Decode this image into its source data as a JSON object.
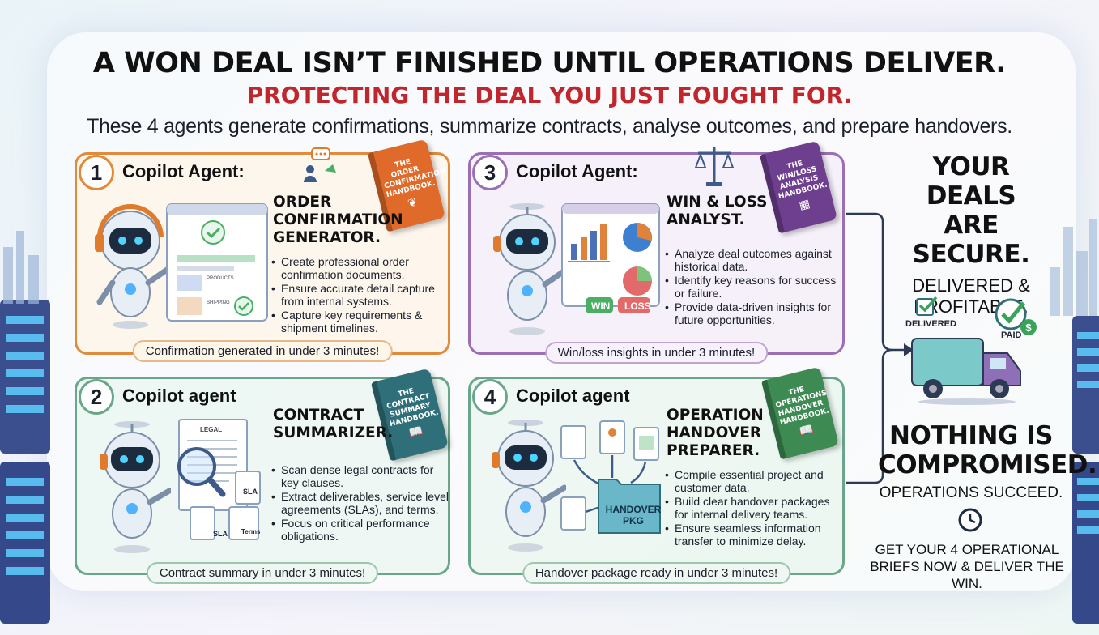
{
  "header": {
    "title": "A WON DEAL ISN’T FINISHED UNTIL OPERATIONS DELIVER.",
    "subtitle": "PROTECTING THE DEAL YOU JUST FOUGHT FOR.",
    "tagline": "These 4 agents generate confirmations, summarize contracts, analyse outcomes, and prepare handovers."
  },
  "cards": [
    {
      "number": "1",
      "agent_label": "Copilot Agent:",
      "role": "ORDER CONFIRMATION GENERATOR.",
      "book_title": "THE ORDER CONFIRMATION HANDBOOK.",
      "bullets": [
        "Create professional order confirmation documents.",
        "Ensure accurate detail capture from internal systems.",
        "Capture key requirements & shipment timelines."
      ],
      "screen_labels": [
        "PRODUCTS",
        "SHIPPING"
      ],
      "footer": "Confirmation generated in under 3 minutes!"
    },
    {
      "number": "2",
      "agent_label": "Copilot agent",
      "role": "CONTRACT SUMMARIZER.",
      "book_title": "THE CONTRACT SUMMARY HANDBOOK.",
      "bullets": [
        "Scan dense legal contracts for key clauses.",
        "Extract deliverables, service level agreements (SLAs), and terms.",
        "Focus on critical performance obligations."
      ],
      "doc_labels": [
        "LEGAL",
        "SLA",
        "SLA",
        "Terms"
      ],
      "footer": "Contract summary in under 3 minutes!"
    },
    {
      "number": "3",
      "agent_label": "Copilot Agent:",
      "role": "WIN & LOSS ANALYST.",
      "book_title": "THE WIN/LOSS ANALYSIS HANDBOOK.",
      "bullets": [
        "Analyze deal outcomes against historical data.",
        "Identify key reasons for success or failure.",
        "Provide data-driven insights for future opportunities."
      ],
      "chart_labels": [
        "WIN",
        "LOSS"
      ],
      "footer": "Win/loss insights in under 3 minutes!"
    },
    {
      "number": "4",
      "agent_label": "Copilot agent",
      "role": "OPERATION HANDOVER PREPARER.",
      "book_title": "THE OPERATIONS HANDOVER HANDBOOK.",
      "bullets": [
        "Compile essential project and customer data.",
        "Build clear handover packages for internal delivery teams.",
        "Ensure seamless information transfer to minimize delay."
      ],
      "folder_label": "HANDOVER PKG",
      "footer": "Handover package ready in under 3 minutes!"
    }
  ],
  "sidebar": {
    "heading": "YOUR DEALS ARE SECURE.",
    "subheading": "DELIVERED & PROFITABLE.",
    "delivered_label": "DELIVERED",
    "paid_label": "PAID",
    "heading2": "NOTHING IS COMPROMISED.",
    "subheading2": "OPERATIONS SUCCEED.",
    "cta": "GET YOUR 4 OPERATIONAL BRIEFS NOW & DELIVER THE WIN."
  },
  "colors": {
    "orange": "#e08a3c",
    "purple": "#9a6fb3",
    "green": "#6aa78a",
    "red_subtitle": "#c0272d",
    "book1": "#e06a2a",
    "book2": "#2f6f7a",
    "book3": "#6e3f8f",
    "book4": "#3d8a52"
  },
  "icons": [
    "robot-icon",
    "book-icon",
    "check-icon",
    "truck-icon",
    "clock-icon",
    "scale-icon",
    "chat-icon",
    "folder-icon",
    "server-rack-icon"
  ]
}
